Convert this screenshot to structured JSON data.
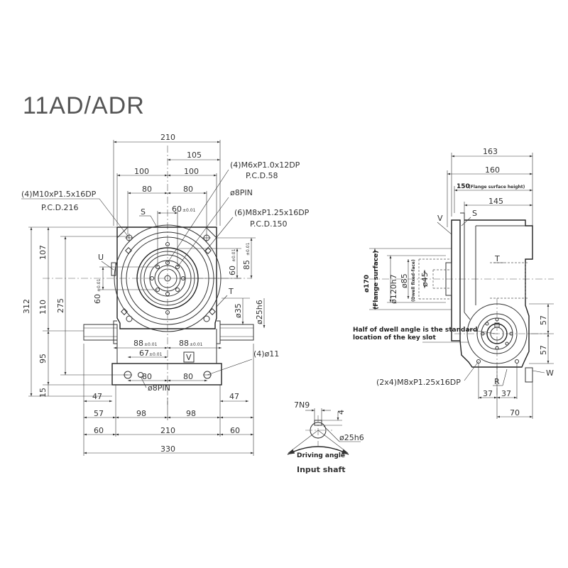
{
  "title": "11AD/ADR",
  "front_view": {
    "dims": {
      "w210": "210",
      "w105": "105",
      "w100l": "100",
      "w100r": "100",
      "w80l": "80",
      "w80r": "80",
      "w60": "60",
      "tol60": "±0.01",
      "h107": "107",
      "h312": "312",
      "h110": "110",
      "h275": "275",
      "h95": "95",
      "h15": "15",
      "h60l": "60",
      "h60r": "60",
      "h85": "85",
      "tol_v": "±0.01",
      "d35": "ø35",
      "d25": "ø25h6",
      "w88l": "88",
      "w88r": "88",
      "tol88": "±0.01",
      "w67": "67",
      "tol67": "±0.01",
      "b80l": "80",
      "b80r": "80",
      "b47l": "47",
      "b47r": "47",
      "b57": "57",
      "b98l": "98",
      "b98r": "98",
      "b60l": "60",
      "b210": "210",
      "b60r": "60",
      "b330": "330"
    },
    "callouts": {
      "m10": "(4)M10xP1.5x16DP",
      "pcd216": "P.C.D.216",
      "m6": "(4)M6xP1.0x12DP",
      "pcd58": "P.C.D.58",
      "pin_top": "ø8PIN",
      "m8": "(6)M8xP1.25x16DP",
      "pcd150": "P.C.D.150",
      "holes11": "(4)ø11",
      "pin_bottom": "ø8PIN"
    },
    "letters": {
      "S": "S",
      "U": "U",
      "T": "T",
      "V": "V"
    }
  },
  "side_view": {
    "dims": {
      "w163": "163",
      "w160": "160",
      "w150": "150",
      "flange_height": "(Flange surface height)",
      "w145": "145",
      "d170": "ø170",
      "flange_surface": "(Flange surface)",
      "d120": "ø120h7",
      "d85": "ø85",
      "dwell_face": "(Dwell fixed-face)",
      "d45": "ø45",
      "h57a": "57",
      "h57b": "57",
      "w37a": "37",
      "w37b": "37",
      "w70": "70"
    },
    "letters": {
      "V": "V",
      "S": "S",
      "T": "T",
      "R": "R",
      "W": "W"
    },
    "note_line1": "Half of dwell angle is the standard",
    "note_line2": "location of the key slot",
    "m8_callout": "(2x4)M8xP1.25x16DP"
  },
  "input_shaft": {
    "key": "7N9",
    "depth": "4",
    "dia": "ø25h6",
    "driving_angle": "Driving angle",
    "caption": "Input shaft"
  }
}
